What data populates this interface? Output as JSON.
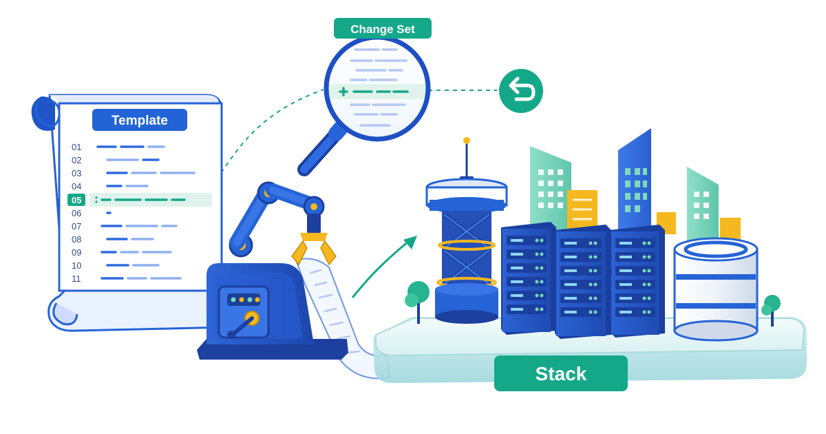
{
  "labels": {
    "template": "Template",
    "change_set": "Change Set",
    "stack": "Stack"
  },
  "template_lines": [
    "01",
    "02",
    "03",
    "04",
    "05",
    "06",
    "07",
    "08",
    "09",
    "10",
    "11"
  ],
  "highlighted_line": "05",
  "icons": {
    "scroll": "template-scroll-icon",
    "magnifier": "change-set-magnifier-icon",
    "rollback": "rollback-arrow-icon",
    "machine": "robotic-arm-machine-icon",
    "stack": "infrastructure-stack-icon"
  },
  "colors": {
    "primary_blue": "#2563d6",
    "dark_blue": "#1d3f9e",
    "teal": "#14a889",
    "yellow": "#f5b81f",
    "light_green": "#79d8b9",
    "pale_blue": "#e8f0ff"
  }
}
